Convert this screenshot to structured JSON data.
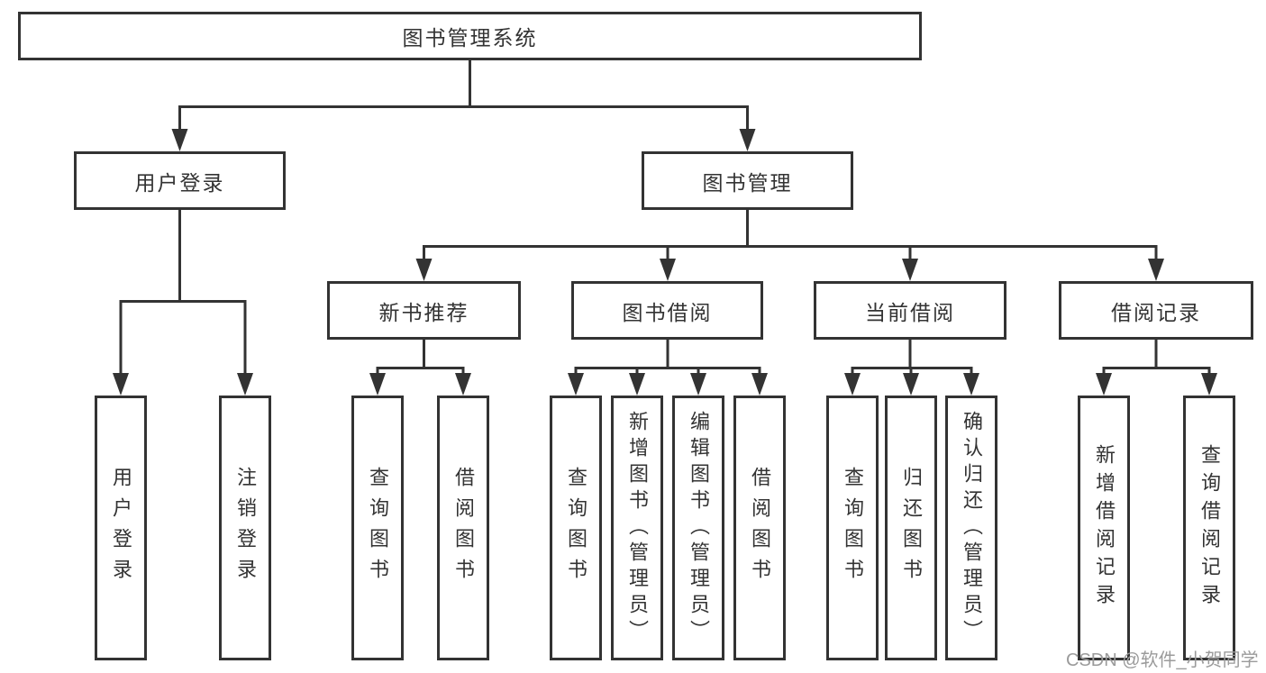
{
  "tree": {
    "root": {
      "label": "图书管理系统"
    },
    "branches": [
      {
        "label": "用户登录",
        "leaves": [
          "用户登录",
          "注销登录"
        ]
      },
      {
        "label": "图书管理",
        "sections": [
          {
            "label": "新书推荐",
            "leaves": [
              "查询图书",
              "借阅图书"
            ]
          },
          {
            "label": "图书借阅",
            "leaves": [
              "查询图书",
              "新增图书（管理员）",
              "编辑图书（管理员）",
              "借阅图书"
            ]
          },
          {
            "label": "当前借阅",
            "leaves": [
              "查询图书",
              "归还图书",
              "确认归还（管理员）"
            ]
          },
          {
            "label": "借阅记录",
            "leaves": [
              "新增借阅记录",
              "查询借阅记录"
            ]
          }
        ]
      }
    ]
  },
  "watermark": {
    "text": "CSDN @软件_小贺同学"
  },
  "colors": {
    "line": "#333333",
    "text": "#333333",
    "watermark": "#9b9b9b",
    "background": "#ffffff"
  }
}
